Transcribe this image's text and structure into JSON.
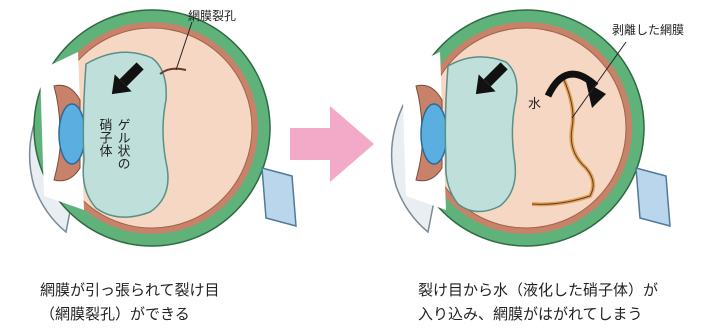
{
  "labels": {
    "retinal_tear": "網膜裂孔",
    "vitreous_gel": [
      "ゲル状の",
      "硝子体"
    ],
    "detached_retina": "剥離した網膜",
    "water": "水"
  },
  "captions": {
    "left": [
      "網膜が引っ張られて裂け目",
      "（網膜裂孔）ができる"
    ],
    "right": [
      "裂け目から水（液化した硝子体）が",
      "入り込み、網膜がはがれてしまう"
    ]
  },
  "colors": {
    "sclera_green": "#5fb27a",
    "choroid_brown": "#c9826a",
    "retina_peach": "#f6d7c3",
    "vitreous_teal": "#bfe0da",
    "lens_blue": "#5aaee0",
    "cornea_gray": "#e9eef2",
    "optic_nerve": "#b9d6ec",
    "transition_arrow_pink": "#f3a9c8",
    "retina_line_orange": "#e0a355"
  },
  "icons": {
    "flow_arrow": "down-left-arrow-icon",
    "transition_arrow": "right-arrow-icon",
    "water_curve_arrow": "curved-arrow-icon"
  }
}
